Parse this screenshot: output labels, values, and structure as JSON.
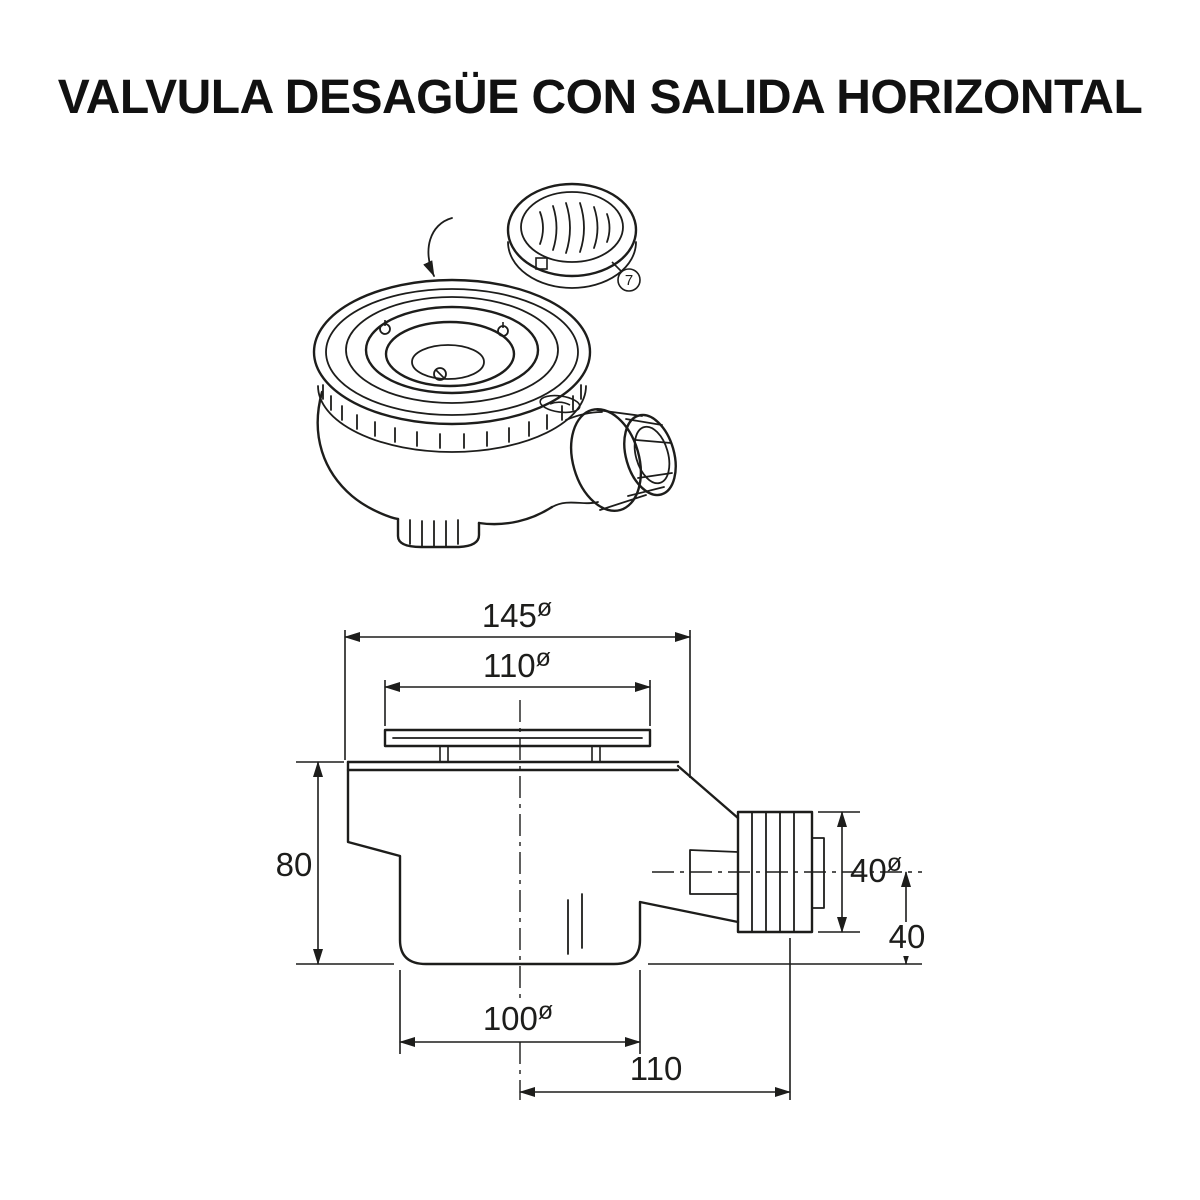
{
  "page": {
    "title": "VALVULA DESAGÜE CON SALIDA HORIZONTAL"
  },
  "diagram": {
    "callout_number": "7",
    "dimensions": {
      "diameter_symbol": "ø",
      "overall_width": "145",
      "plate_width": "110",
      "body_height": "80",
      "outlet_diameter": "40",
      "outlet_drop": "40",
      "cup_width": "100",
      "outlet_offset": "110"
    },
    "colors": {
      "line": "#1d1d1b",
      "background": "#ffffff"
    }
  }
}
